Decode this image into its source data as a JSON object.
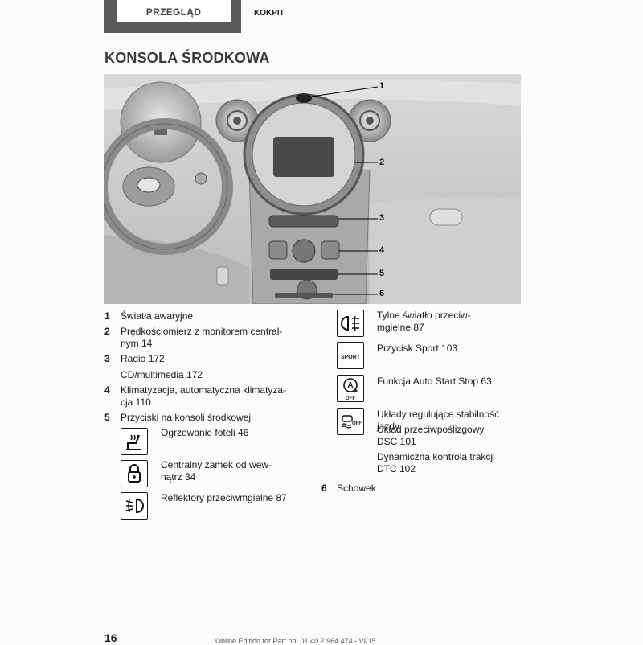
{
  "header": {
    "section": "PRZEGLĄD",
    "chapter": "KOKPIT"
  },
  "title": "KONSOLA ŚRODKOWA",
  "callouts": [
    "1",
    "2",
    "3",
    "4",
    "5",
    "6"
  ],
  "items_left": [
    {
      "num": "1",
      "lines": [
        "Światła awaryjne"
      ]
    },
    {
      "num": "2",
      "lines": [
        "Prędkościomierz z monitorem central-",
        "nym   14"
      ]
    },
    {
      "num": "3",
      "lines": [
        "Radio   172"
      ]
    },
    {
      "num": "",
      "lines": [
        "CD/multimedia   172"
      ]
    },
    {
      "num": "4",
      "lines": [
        "Klimatyzacja, automatyczna klimatyza-",
        "cja   110"
      ]
    },
    {
      "num": "5",
      "lines": [
        "Przyciski na konsoli środkowej"
      ]
    }
  ],
  "sub_items_left": [
    {
      "icon": "seat-heating-icon",
      "lines": [
        "Ogrzewanie foteli   46"
      ]
    },
    {
      "icon": "central-lock-icon",
      "lines": [
        "Centralny zamek od wew-",
        "nątrz   34"
      ]
    },
    {
      "icon": "front-fog-light-icon",
      "lines": [
        "Reflektory przeciwmgielne   87"
      ]
    }
  ],
  "sub_items_right": [
    {
      "icon": "rear-fog-light-icon",
      "lines": [
        "Tylne światło przeciw-",
        "mgielne   87"
      ]
    },
    {
      "icon": "sport-button-icon",
      "icon_text": "SPORT",
      "lines": [
        "Przycisk Sport   103"
      ]
    },
    {
      "icon": "auto-start-stop-icon",
      "icon_text": "OFF",
      "icon_letter": "A",
      "lines": [
        "Funkcja Auto Start Stop   63"
      ]
    },
    {
      "icon": "dsc-off-icon",
      "icon_text": "OFF",
      "lines": [
        "Układy regulujące stabilność jazdy",
        "Układ przeciwpoślizgowy",
        "DSC   101",
        "Dynamiczna kontrola trakcji",
        "DTC   102"
      ]
    }
  ],
  "item_6": {
    "num": "6",
    "lines": [
      "Schowek"
    ]
  },
  "page_number": "16",
  "footer": "Online Edition for Part no. 01 40 2 964 474 - VI/15",
  "colors": {
    "header_tab": "#5a5a5a",
    "figure_bg": "#c9c9c9"
  }
}
